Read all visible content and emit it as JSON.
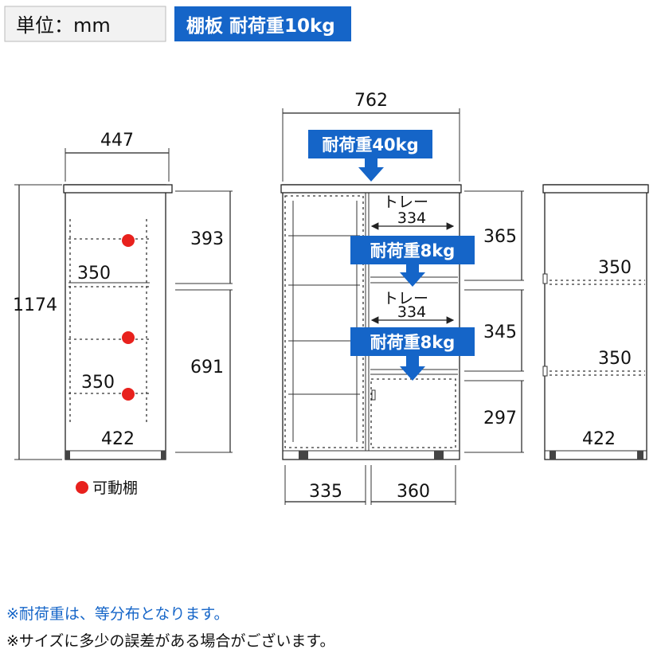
{
  "header": {
    "unit_label": "単位：mm",
    "shelf_load_label": "棚板 耐荷重10kg"
  },
  "left_view": {
    "width": "447",
    "height": "1174",
    "upper_section": "393",
    "lower_section": "691",
    "shelf_width_1": "350",
    "shelf_width_2": "350",
    "inner_width": "422",
    "legend_label": "可動棚"
  },
  "front_view": {
    "width": "762",
    "top_load": "耐荷重40kg",
    "tray_label_1": "トレー",
    "tray_width_1": "334",
    "tray_load_1": "耐荷重8kg",
    "tray_label_2": "トレー",
    "tray_width_2": "334",
    "tray_load_2": "耐荷重8kg",
    "section_1": "365",
    "section_2": "345",
    "section_3": "297",
    "left_width": "335",
    "right_width": "360"
  },
  "right_view": {
    "shelf_width_1": "350",
    "shelf_width_2": "350",
    "inner_width": "422"
  },
  "notes": {
    "note_1": "※耐荷重は、等分布となります。",
    "note_2": "※サイズに多少の誤差がある場合がございます。"
  },
  "colors": {
    "accent_blue": "#1565c8",
    "shelf_dot_red": "#e8211d"
  }
}
